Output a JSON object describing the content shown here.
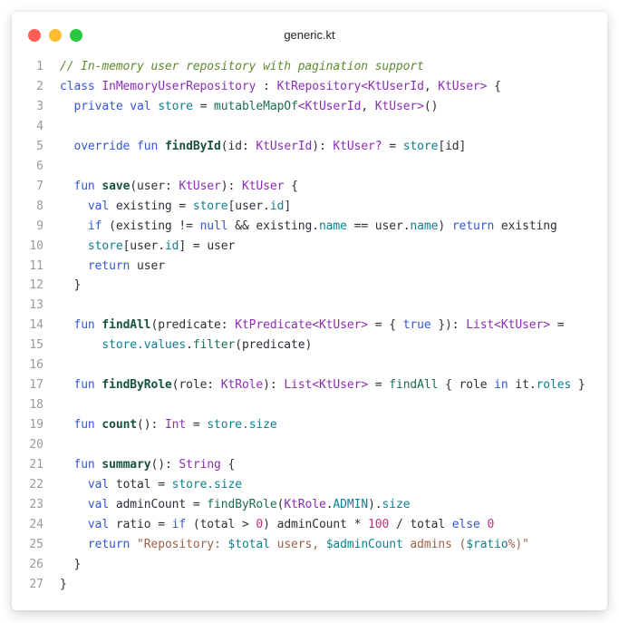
{
  "window": {
    "title": "generic.kt",
    "traffic_lights": [
      {
        "name": "close",
        "color": "#ff5f57"
      },
      {
        "name": "minimize",
        "color": "#febc2e"
      },
      {
        "name": "zoom",
        "color": "#28c840"
      }
    ]
  },
  "colors": {
    "comment": "#5f8a2e",
    "keyword": "#3457d5",
    "type": "#8a2fb5",
    "property": "#0e7f8f",
    "function_decl": "#17513f",
    "number": "#c2307a",
    "string": "#a0604a",
    "line_number": "#9a9a9a"
  },
  "code": {
    "language": "kotlin",
    "lines": [
      {
        "n": "1",
        "tokens": [
          [
            "comment",
            "// In-memory user repository with pagination support"
          ]
        ]
      },
      {
        "n": "2",
        "tokens": [
          [
            "kw",
            "class"
          ],
          [
            "plain",
            " "
          ],
          [
            "type",
            "InMemoryUserRepository"
          ],
          [
            "plain",
            " : "
          ],
          [
            "type",
            "KtRepository<KtUserId"
          ],
          [
            "plain",
            ", "
          ],
          [
            "type",
            "KtUser>"
          ],
          [
            "plain",
            " {"
          ]
        ]
      },
      {
        "n": "3",
        "tokens": [
          [
            "plain",
            "  "
          ],
          [
            "kw",
            "private val"
          ],
          [
            "plain",
            " "
          ],
          [
            "prop",
            "store"
          ],
          [
            "plain",
            " = "
          ],
          [
            "call",
            "mutableMapOf"
          ],
          [
            "type",
            "<KtUserId"
          ],
          [
            "plain",
            ", "
          ],
          [
            "type",
            "KtUser>"
          ],
          [
            "plain",
            "()"
          ]
        ]
      },
      {
        "n": "4",
        "tokens": []
      },
      {
        "n": "5",
        "tokens": [
          [
            "plain",
            "  "
          ],
          [
            "kw",
            "override fun"
          ],
          [
            "plain",
            " "
          ],
          [
            "decl",
            "findById"
          ],
          [
            "plain",
            "(id: "
          ],
          [
            "type",
            "KtUserId"
          ],
          [
            "plain",
            "): "
          ],
          [
            "type",
            "KtUser?"
          ],
          [
            "plain",
            " = "
          ],
          [
            "prop",
            "store"
          ],
          [
            "plain",
            "[id]"
          ]
        ]
      },
      {
        "n": "6",
        "tokens": []
      },
      {
        "n": "7",
        "tokens": [
          [
            "plain",
            "  "
          ],
          [
            "kw",
            "fun"
          ],
          [
            "plain",
            " "
          ],
          [
            "decl",
            "save"
          ],
          [
            "plain",
            "(user: "
          ],
          [
            "type",
            "KtUser"
          ],
          [
            "plain",
            "): "
          ],
          [
            "type",
            "KtUser"
          ],
          [
            "plain",
            " {"
          ]
        ]
      },
      {
        "n": "8",
        "tokens": [
          [
            "plain",
            "    "
          ],
          [
            "kw",
            "val"
          ],
          [
            "plain",
            " existing = "
          ],
          [
            "prop",
            "store"
          ],
          [
            "plain",
            "[user."
          ],
          [
            "prop",
            "id"
          ],
          [
            "plain",
            "]"
          ]
        ]
      },
      {
        "n": "9",
        "tokens": [
          [
            "plain",
            "    "
          ],
          [
            "kw",
            "if"
          ],
          [
            "plain",
            " (existing != "
          ],
          [
            "kw",
            "null"
          ],
          [
            "plain",
            " && existing."
          ],
          [
            "prop",
            "name"
          ],
          [
            "plain",
            " == user."
          ],
          [
            "prop",
            "name"
          ],
          [
            "plain",
            ") "
          ],
          [
            "kw",
            "return"
          ],
          [
            "plain",
            " existing"
          ]
        ]
      },
      {
        "n": "10",
        "tokens": [
          [
            "plain",
            "    "
          ],
          [
            "prop",
            "store"
          ],
          [
            "plain",
            "[user."
          ],
          [
            "prop",
            "id"
          ],
          [
            "plain",
            "] = user"
          ]
        ]
      },
      {
        "n": "11",
        "tokens": [
          [
            "plain",
            "    "
          ],
          [
            "kw",
            "return"
          ],
          [
            "plain",
            " user"
          ]
        ]
      },
      {
        "n": "12",
        "tokens": [
          [
            "plain",
            "  }"
          ]
        ]
      },
      {
        "n": "13",
        "tokens": []
      },
      {
        "n": "14",
        "tokens": [
          [
            "plain",
            "  "
          ],
          [
            "kw",
            "fun"
          ],
          [
            "plain",
            " "
          ],
          [
            "decl",
            "findAll"
          ],
          [
            "plain",
            "(predicate: "
          ],
          [
            "type",
            "KtPredicate<KtUser>"
          ],
          [
            "plain",
            " = { "
          ],
          [
            "kw",
            "true"
          ],
          [
            "plain",
            " }): "
          ],
          [
            "type",
            "List<KtUser>"
          ],
          [
            "plain",
            " ="
          ]
        ]
      },
      {
        "n": "15",
        "tokens": [
          [
            "plain",
            "      "
          ],
          [
            "prop",
            "store.values"
          ],
          [
            "plain",
            "."
          ],
          [
            "call",
            "filter"
          ],
          [
            "plain",
            "(predicate)"
          ]
        ]
      },
      {
        "n": "16",
        "tokens": []
      },
      {
        "n": "17",
        "tokens": [
          [
            "plain",
            "  "
          ],
          [
            "kw",
            "fun"
          ],
          [
            "plain",
            " "
          ],
          [
            "decl",
            "findByRole"
          ],
          [
            "plain",
            "(role: "
          ],
          [
            "type",
            "KtRole"
          ],
          [
            "plain",
            "): "
          ],
          [
            "type",
            "List<KtUser>"
          ],
          [
            "plain",
            " = "
          ],
          [
            "call",
            "findAll"
          ],
          [
            "plain",
            " { role "
          ],
          [
            "kw",
            "in"
          ],
          [
            "plain",
            " it."
          ],
          [
            "prop",
            "roles"
          ],
          [
            "plain",
            " }"
          ]
        ]
      },
      {
        "n": "18",
        "tokens": []
      },
      {
        "n": "19",
        "tokens": [
          [
            "plain",
            "  "
          ],
          [
            "kw",
            "fun"
          ],
          [
            "plain",
            " "
          ],
          [
            "decl",
            "count"
          ],
          [
            "plain",
            "(): "
          ],
          [
            "type",
            "Int"
          ],
          [
            "plain",
            " = "
          ],
          [
            "prop",
            "store.size"
          ]
        ]
      },
      {
        "n": "20",
        "tokens": []
      },
      {
        "n": "21",
        "tokens": [
          [
            "plain",
            "  "
          ],
          [
            "kw",
            "fun"
          ],
          [
            "plain",
            " "
          ],
          [
            "decl",
            "summary"
          ],
          [
            "plain",
            "(): "
          ],
          [
            "type",
            "String"
          ],
          [
            "plain",
            " {"
          ]
        ]
      },
      {
        "n": "22",
        "tokens": [
          [
            "plain",
            "    "
          ],
          [
            "kw",
            "val"
          ],
          [
            "plain",
            " total = "
          ],
          [
            "prop",
            "store.size"
          ]
        ]
      },
      {
        "n": "23",
        "tokens": [
          [
            "plain",
            "    "
          ],
          [
            "kw",
            "val"
          ],
          [
            "plain",
            " adminCount = "
          ],
          [
            "call",
            "findByRole"
          ],
          [
            "plain",
            "("
          ],
          [
            "type",
            "KtRole"
          ],
          [
            "plain",
            "."
          ],
          [
            "prop",
            "ADMIN"
          ],
          [
            "plain",
            ")."
          ],
          [
            "prop",
            "size"
          ]
        ]
      },
      {
        "n": "24",
        "tokens": [
          [
            "plain",
            "    "
          ],
          [
            "kw",
            "val"
          ],
          [
            "plain",
            " ratio = "
          ],
          [
            "kw",
            "if"
          ],
          [
            "plain",
            " (total > "
          ],
          [
            "num",
            "0"
          ],
          [
            "plain",
            ") adminCount * "
          ],
          [
            "num",
            "100"
          ],
          [
            "plain",
            " / total "
          ],
          [
            "kw",
            "else"
          ],
          [
            "plain",
            " "
          ],
          [
            "num",
            "0"
          ]
        ]
      },
      {
        "n": "25",
        "tokens": [
          [
            "plain",
            "    "
          ],
          [
            "kw",
            "return"
          ],
          [
            "plain",
            " "
          ],
          [
            "str",
            "\"Repository: "
          ],
          [
            "tmpl",
            "$total"
          ],
          [
            "str",
            " users, "
          ],
          [
            "tmpl",
            "$adminCount"
          ],
          [
            "str",
            " admins ("
          ],
          [
            "tmpl",
            "$ratio"
          ],
          [
            "str",
            "%)\""
          ]
        ]
      },
      {
        "n": "26",
        "tokens": [
          [
            "plain",
            "  }"
          ]
        ]
      },
      {
        "n": "27",
        "tokens": [
          [
            "plain",
            "}"
          ]
        ]
      }
    ]
  }
}
